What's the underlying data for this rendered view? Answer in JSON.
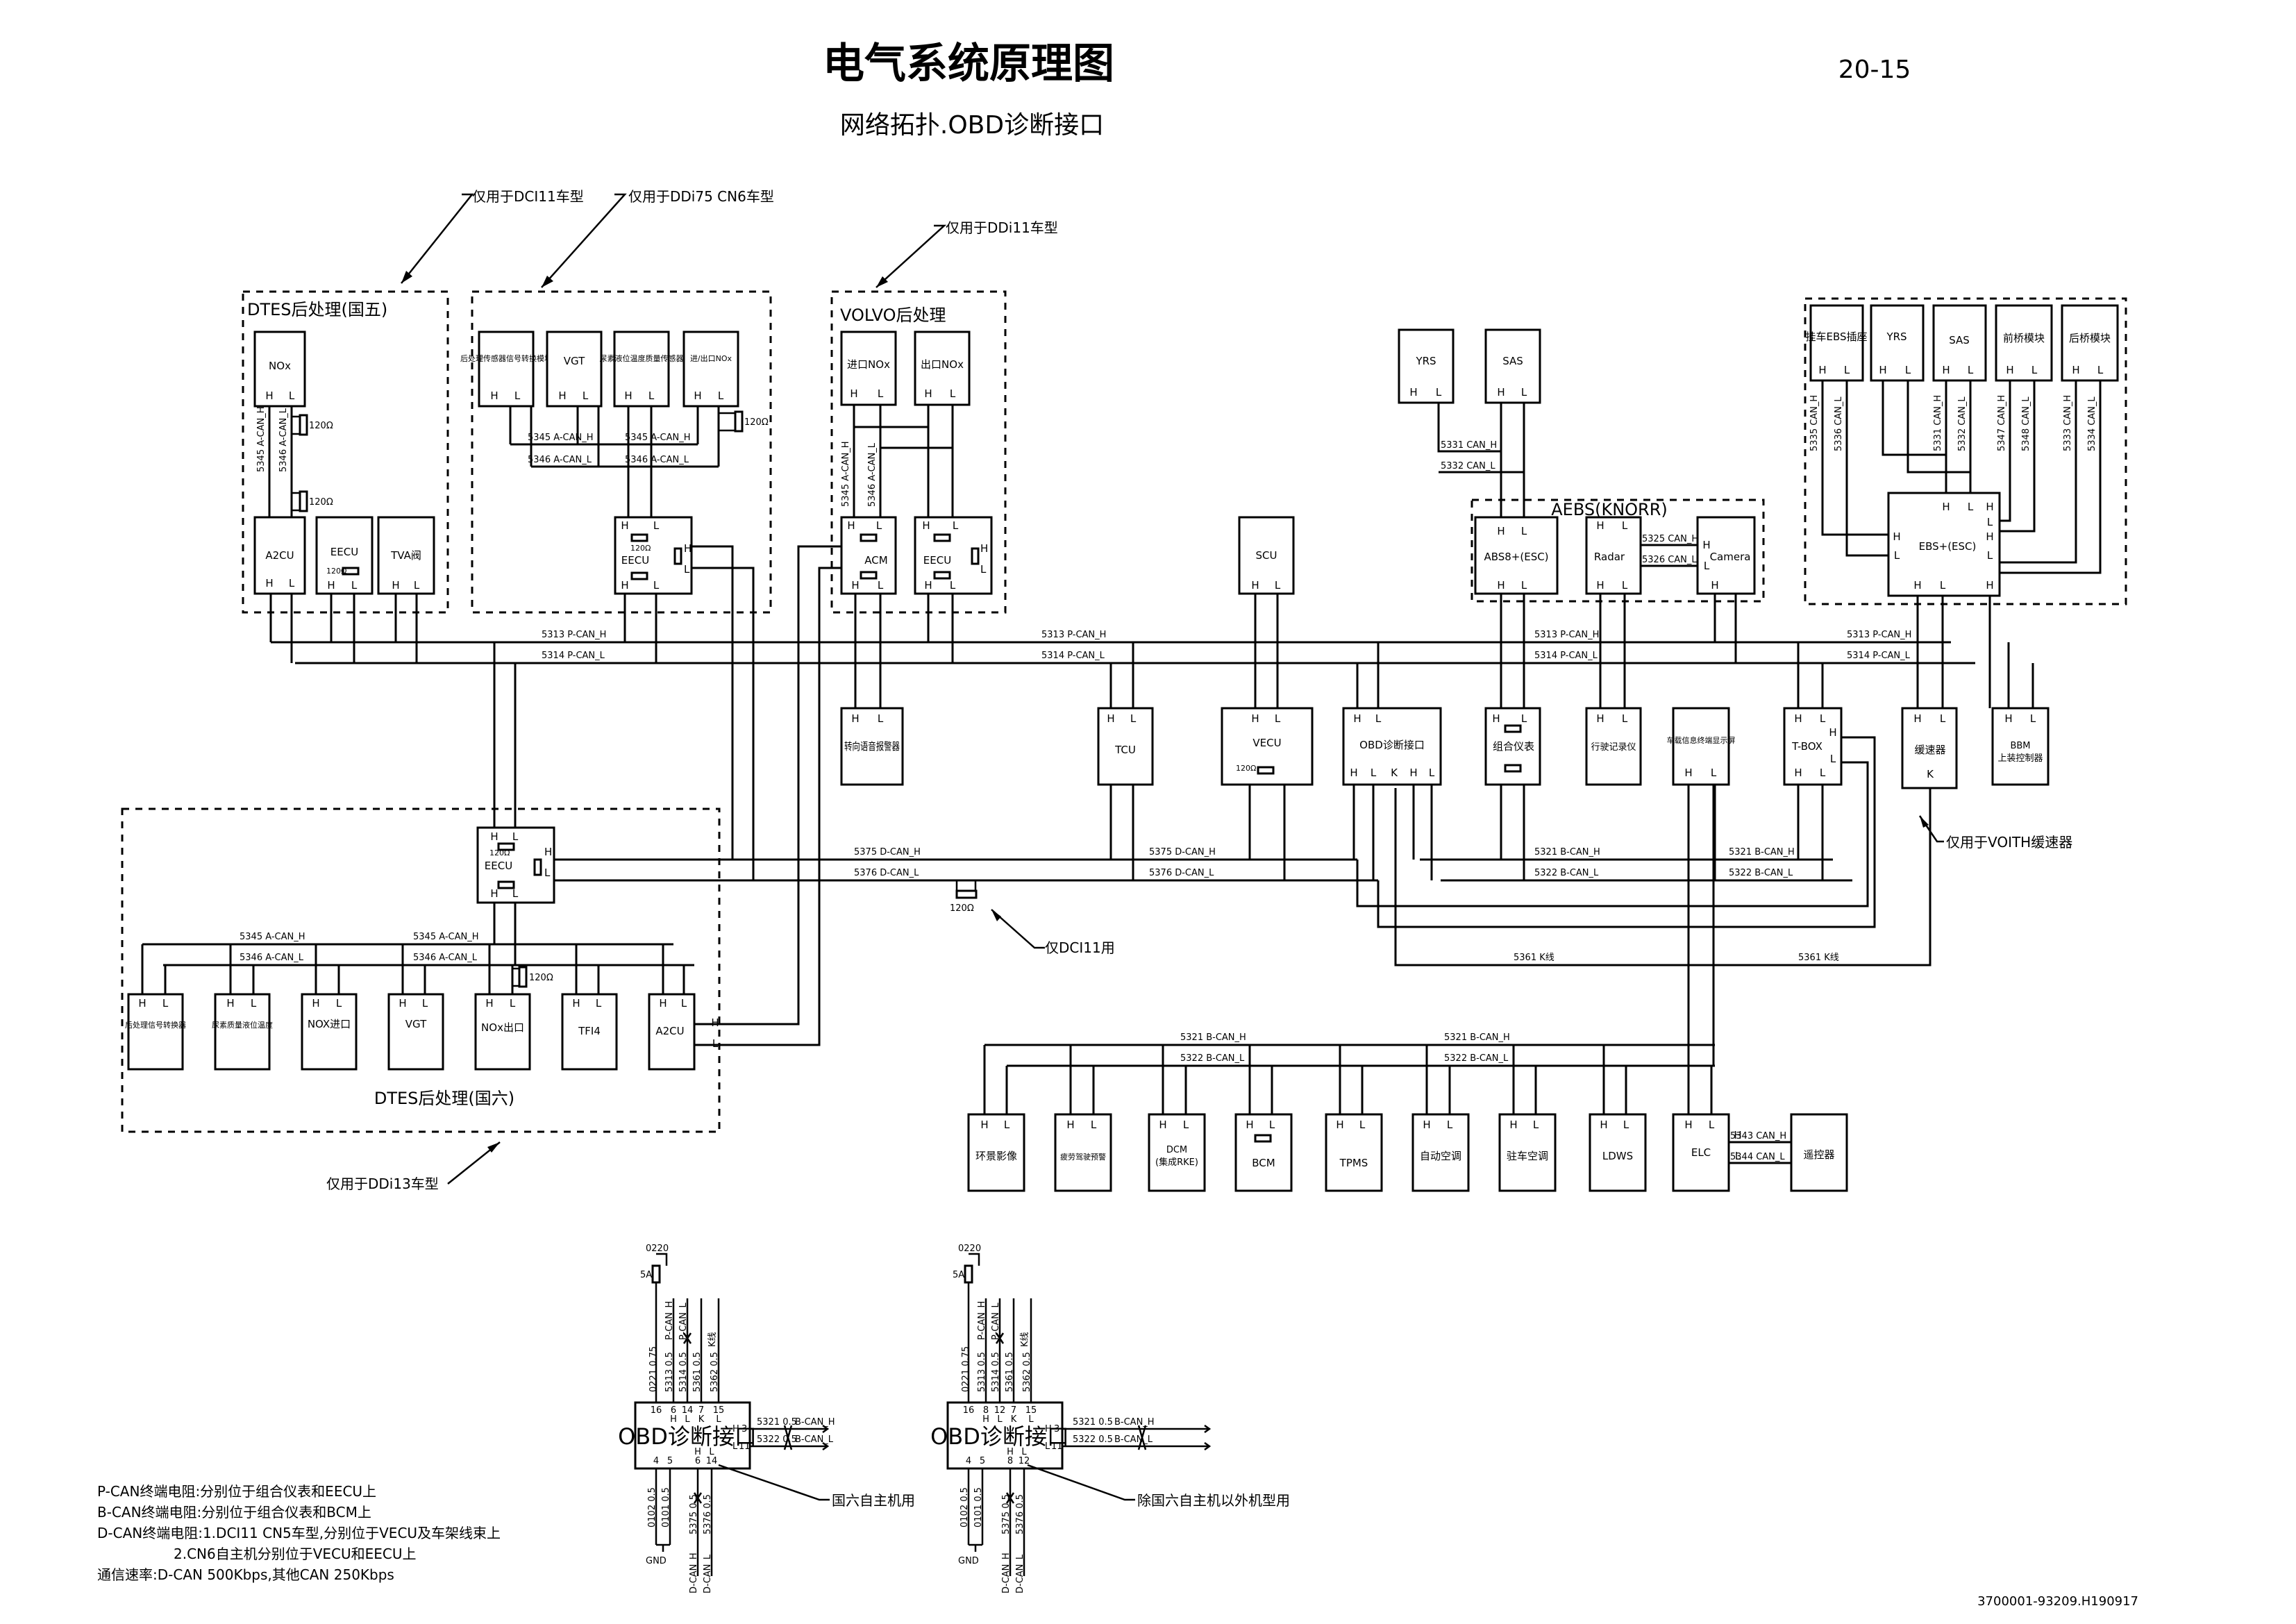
{
  "header": {
    "title": "电气系统原理图",
    "page_no": "20-15",
    "subtitle": "网络拓扑.OBD诊断接口",
    "doc_no": "3700001-93209.H190917"
  },
  "groups": {
    "dtes5": "DTES后处理(国五)",
    "volvo": "VOLVO后处理",
    "aebs": "AEBS(KNORR)",
    "dtes6": "DTES后处理(国六)"
  },
  "callouts": {
    "dci11_type": "仅用于DCI11车型",
    "ddi75_type": "仅用于DDi75 CN6车型",
    "ddi11_type": "仅用于DDi11车型",
    "ddi13_type": "仅用于DDi13车型",
    "voith": "仅用于VOITH缓速器",
    "dci11_use": "仅DCI11用",
    "cn6_own": "国六自主机用",
    "non_cn6": "除国六自主机以外机型用"
  },
  "modules": {
    "nox": "NOx",
    "a2cu": "A2CU",
    "eecu": "EECU",
    "tva": "TVA阀",
    "sensor_conv": "后处理传感器信号转换模块",
    "vgt": "VGT",
    "urea_sensor": "尿素液位温度质量传感器",
    "nox_inout": "进/出口NOx",
    "volvo_nox_in": "进口NOx",
    "volvo_nox_out": "出口NOx",
    "acm": "ACM",
    "scu": "SCU",
    "yrs": "YRS",
    "sas": "SAS",
    "abs8": "ABS8+(ESC)",
    "radar": "Radar",
    "camera": "Camera",
    "trailer_ebs": "挂车EBS插座",
    "front_axle": "前桥模块",
    "rear_axle": "后桥模块",
    "ebs_esc": "EBS+(ESC)",
    "turn_voice": "转向语音报警器",
    "tcu": "TCU",
    "vecu": "VECU",
    "obd": "OBD诊断接口",
    "cluster": "组合仪表",
    "recorder": "行驶记录仪",
    "info_display": "车载信息终端显示屏",
    "tbox": "T-BOX",
    "retarder": "缓速器",
    "bbm": "BBM",
    "bbm_sub": "上装控制器",
    "conv_6": "后处理信号转换器",
    "urea_6": "尿素质量液位温度",
    "nox_in_6": "NOX进口",
    "nox_out_6": "NOx出口",
    "tfi4": "TFI4",
    "surround": "环景影像",
    "fatigue": "疲劳驾驶预警",
    "dcm": "DCM",
    "dcm_sub": "(集成RKE)",
    "bcm": "BCM",
    "tpms": "TPMS",
    "auto_ac": "自动空调",
    "park_ac": "驻车空调",
    "ldws": "LDWS",
    "elc": "ELC",
    "remote": "遥控器"
  },
  "pins": {
    "h": "H",
    "l": "L",
    "k": "K"
  },
  "resistor": "120Ω",
  "wires": {
    "a_can_h": "5345 A-CAN_H",
    "a_can_l": "5346 A-CAN_L",
    "p_can_h": "5313 P-CAN_H",
    "p_can_l": "5314 P-CAN_L",
    "d_can_h": "5375 D-CAN_H",
    "d_can_l": "5376 D-CAN_L",
    "b_can_h_21": "5321 B-CAN_H",
    "b_can_l_22": "5322 B-CAN_L",
    "k_line": "5361 K线",
    "w5331": "5331 CAN_H",
    "w5332": "5332 CAN_L",
    "w5325": "5325 CAN_H",
    "w5326": "5326 CAN_L",
    "w5343": "5343 CAN_H",
    "w5344": "5344 CAN_L",
    "ebs_wires": [
      "5335 CAN_H",
      "5336 CAN_L",
      "5331 CAN_H",
      "5332 CAN_L",
      "5347 CAN_H",
      "5348 CAN_L",
      "5333 CAN_H",
      "5334 CAN_L"
    ]
  },
  "connector": {
    "v0220": "0220",
    "fuse": "5A",
    "gnd": "GND",
    "top_wires": [
      "0221 0.75",
      "5313 0.5",
      "5314 0.5",
      "5361 0.5",
      "5362 0.5"
    ],
    "top_pins": [
      "16",
      "6",
      "14",
      "7",
      "15"
    ],
    "top_pins_b": [
      "16",
      "8",
      "12",
      "7",
      "15"
    ],
    "bottom_wires": [
      "0102 0.5",
      "0101 0.5",
      "5375 0.5",
      "5376 0.5"
    ],
    "bottom_pins": [
      "4",
      "5",
      "6",
      "14"
    ],
    "bottom_pins_b": [
      "4",
      "5",
      "8",
      "12"
    ],
    "right_pins": [
      "3",
      "11"
    ],
    "right_wires": [
      "5321 0.5",
      "5322 0.5"
    ],
    "p_can_h": "P-CAN_H",
    "p_can_l": "P-CAN_L",
    "d_can_h": "D-CAN_H",
    "d_can_l": "D-CAN_L",
    "b_can_h": "B-CAN_H",
    "b_can_l": "B-CAN_L",
    "k_line": "K线"
  },
  "notes": [
    "P-CAN终端电阻:分别位于组合仪表和EECU上",
    "B-CAN终端电阻:分别位于组合仪表和BCM上",
    "D-CAN终端电阻:1.DCI11 CN5车型,分别位于VECU及车架线束上",
    "2.CN6自主机分别位于VECU和EECU上",
    "通信速率:D-CAN 500Kbps,其他CAN 250Kbps"
  ]
}
